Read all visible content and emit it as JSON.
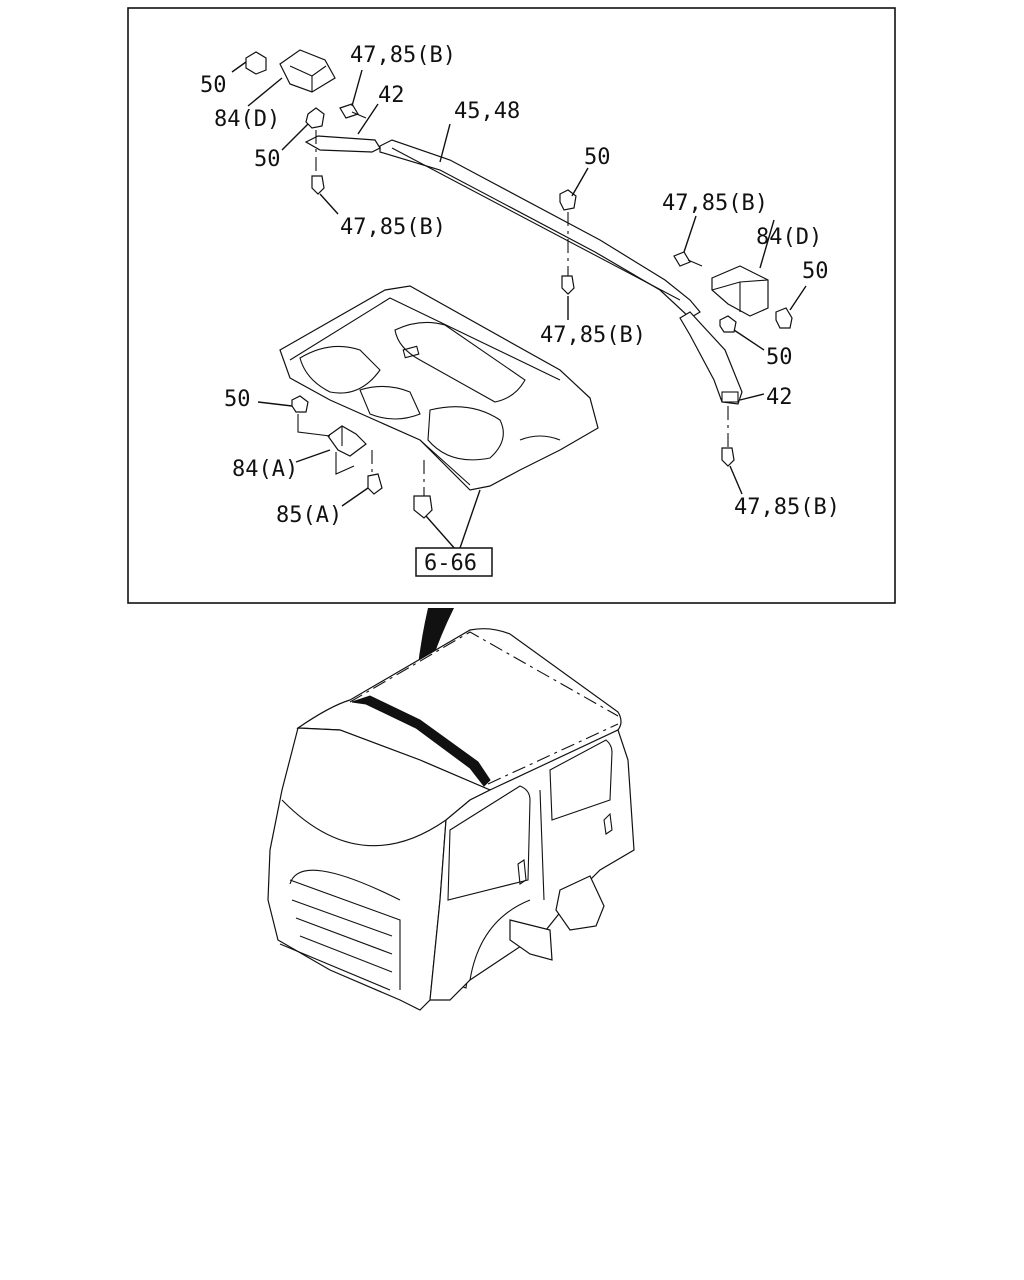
{
  "labels": {
    "clip_50_a": "50",
    "bracket_84d_a": "84(D)",
    "screw_top": "47,85(B)",
    "rail_42_a": "42",
    "rail_45": "45,48",
    "clip_50_b": "50",
    "screw_left": "47,85(B)",
    "clip_50_c": "50",
    "screw_right_top": "47,85(B)",
    "bracket_84d_b": "84(D)",
    "clip_50_d": "50",
    "screw_mid": "47,85(B)",
    "clip_50_e": "50",
    "rail_42_b": "42",
    "screw_bottom_right": "47,85(B)",
    "clip_50_f": "50",
    "bracket_84a": "84(A)",
    "screw_85a": "85(A)",
    "ref_box": "6-66"
  }
}
